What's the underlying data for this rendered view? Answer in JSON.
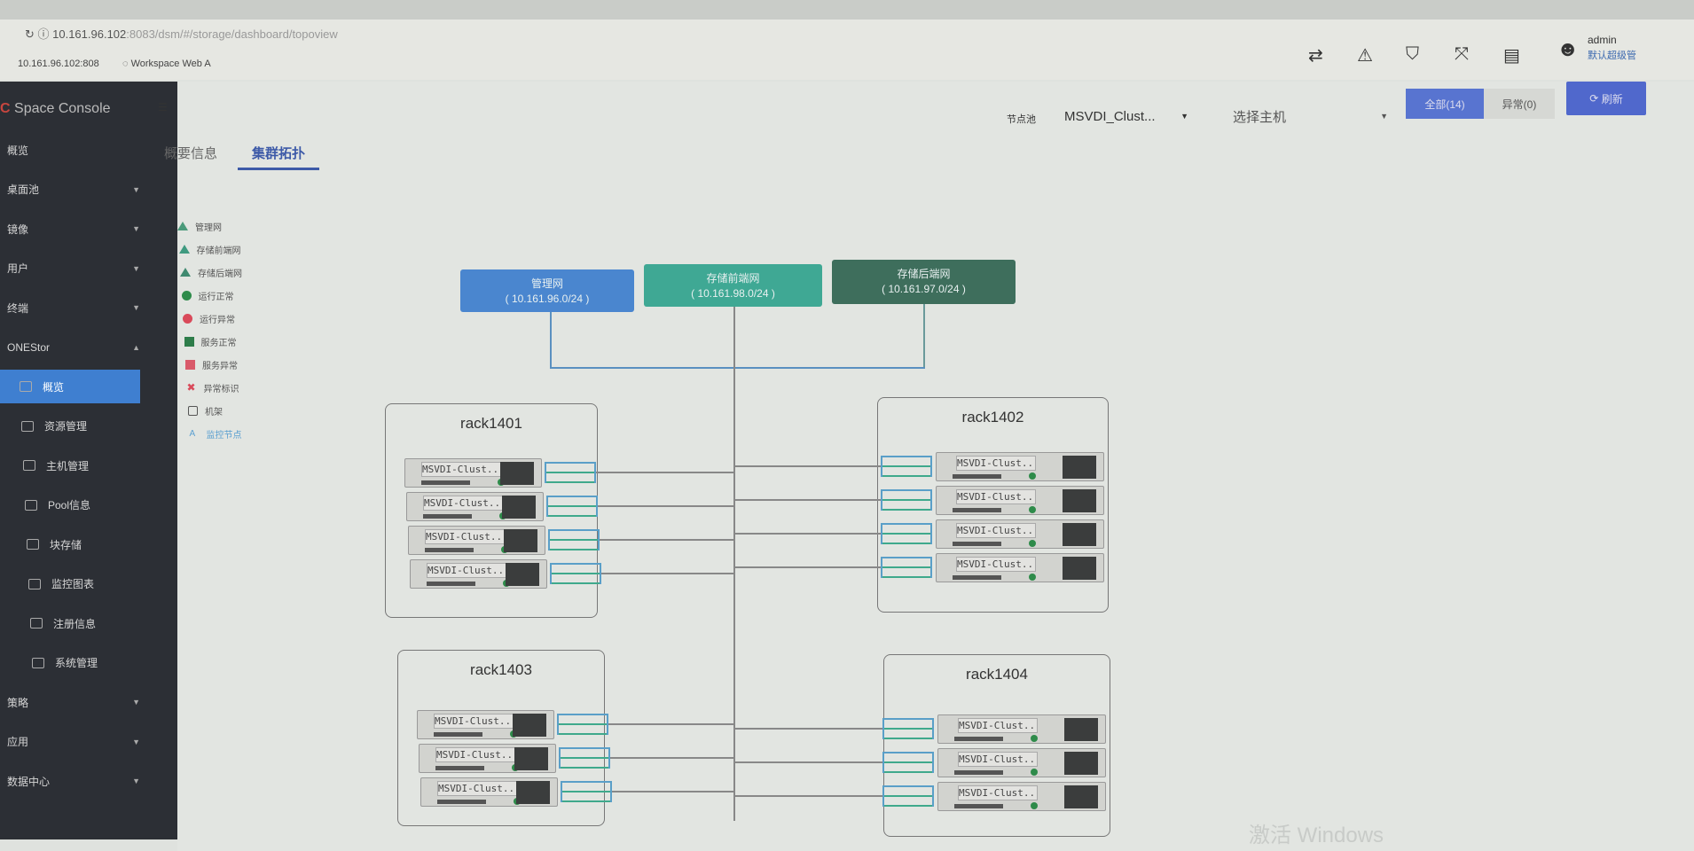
{
  "browser": {
    "url_host": "10.161.96.102",
    "url_path": ":8083/dsm/#/storage/dashboard/topoview",
    "bookmark1": "10.161.96.102:808",
    "bookmark2": "Workspace Web A"
  },
  "app": {
    "logo_mark": "C",
    "title": "Space Console"
  },
  "sidebar": {
    "items": [
      {
        "label": "概览",
        "arrow": ""
      },
      {
        "label": "桌面池",
        "arrow": "▼"
      },
      {
        "label": "镜像",
        "arrow": "▼"
      },
      {
        "label": "用户",
        "arrow": "▼"
      },
      {
        "label": "终端",
        "arrow": "▼"
      },
      {
        "label": "ONEStor",
        "arrow": "▲"
      },
      {
        "label": "概览",
        "arrow": "",
        "sub": true,
        "active": true
      },
      {
        "label": "资源管理",
        "arrow": "",
        "sub": true
      },
      {
        "label": "主机管理",
        "arrow": "",
        "sub": true
      },
      {
        "label": "Pool信息",
        "arrow": "",
        "sub": true
      },
      {
        "label": "块存储",
        "arrow": "",
        "sub": true
      },
      {
        "label": "监控图表",
        "arrow": "",
        "sub": true
      },
      {
        "label": "注册信息",
        "arrow": "",
        "sub": true
      },
      {
        "label": "系统管理",
        "arrow": "",
        "sub": true
      },
      {
        "label": "策略",
        "arrow": "▼"
      },
      {
        "label": "应用",
        "arrow": "▼"
      },
      {
        "label": "数据中心",
        "arrow": "▼"
      }
    ]
  },
  "header": {
    "user": "admin",
    "role": "默认超级管"
  },
  "tabs": [
    {
      "label": "概要信息"
    },
    {
      "label": "集群拓扑",
      "active": true
    }
  ],
  "filters": {
    "pool_label": "节点池",
    "pool_value": "MSVDI_Clust...",
    "host_placeholder": "选择主机",
    "all_btn": "全部(14)",
    "abnormal_btn": "异常(0)",
    "refresh_btn": "刷新"
  },
  "legend": [
    {
      "label": "管理网",
      "shape": "tri",
      "color": "#4a9a7a"
    },
    {
      "label": "存储前端网",
      "shape": "tri",
      "color": "#3f9a80"
    },
    {
      "label": "存储后端网",
      "shape": "tri",
      "color": "#3f8a70"
    },
    {
      "label": "运行正常",
      "shape": "circle",
      "color": "#2e8b4a"
    },
    {
      "label": "运行异常",
      "shape": "circle",
      "color": "#d94a5a"
    },
    {
      "label": "服务正常",
      "shape": "square",
      "color": "#2e7d4a"
    },
    {
      "label": "服务异常",
      "shape": "square",
      "color": "#d95a6a"
    },
    {
      "label": "异常标识",
      "shape": "x",
      "color": "#d94a5a"
    },
    {
      "label": "机架",
      "shape": "box",
      "color": "#555"
    },
    {
      "label": "监控节点",
      "shape": "A",
      "color": "#5a9fd0"
    }
  ],
  "networks": [
    {
      "name": "管理网",
      "subnet": "( 10.161.96.0/24 )",
      "color": "#4a86cf"
    },
    {
      "name": "存储前端网",
      "subnet": "( 10.161.98.0/24 )",
      "color": "#3fa894"
    },
    {
      "name": "存储后端网",
      "subnet": "( 10.161.97.0/24 )",
      "color": "#3e6e5c"
    }
  ],
  "racks": [
    {
      "name": "rack1401",
      "servers": [
        "MSVDI-Clust...",
        "MSVDI-Clust...",
        "MSVDI-Clust...",
        "MSVDI-Clust..."
      ]
    },
    {
      "name": "rack1402",
      "servers": [
        "MSVDI-Clust...",
        "MSVDI-Clust...",
        "MSVDI-Clust...",
        "MSVDI-Clust..."
      ]
    },
    {
      "name": "rack1403",
      "servers": [
        "MSVDI-Clust...",
        "MSVDI-Clust...",
        "MSVDI-Clust..."
      ]
    },
    {
      "name": "rack1404",
      "servers": [
        "MSVDI-Clust...",
        "MSVDI-Clust...",
        "MSVDI-Clust..."
      ]
    }
  ],
  "watermark": "激活 Windows"
}
